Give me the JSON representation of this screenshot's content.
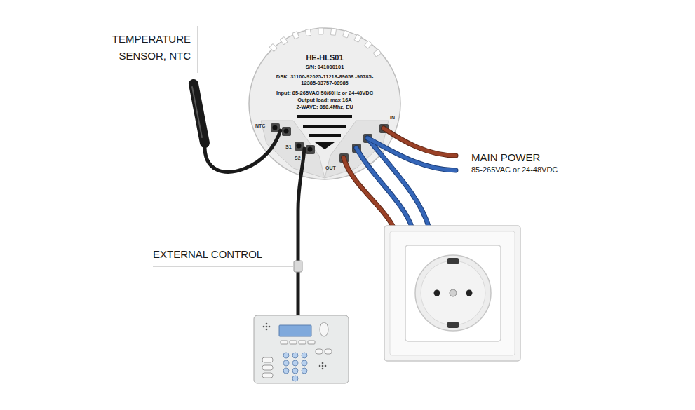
{
  "diagram": {
    "nodes": [
      {
        "text": [
          "HE-HLS01",
          "S/N: 041000101",
          "DSK: 31100-92025-11218-89658 -96785-12385-03757-08985",
          "Input: 85-265VAC 50/60Hz or 24-48VDC",
          "Output load: max 16A",
          "Z-WAVE: 868.4Mhz, EU"
        ]
      }
    ],
    "labels": [
      "TEMPERATURE SENSOR, NTC",
      "NTC",
      "S1",
      "S2",
      "OUT",
      "IN",
      "MAIN POWER",
      "85-265VAC or 24-48VDC",
      "EXTERNAL CONTROL"
    ]
  }
}
